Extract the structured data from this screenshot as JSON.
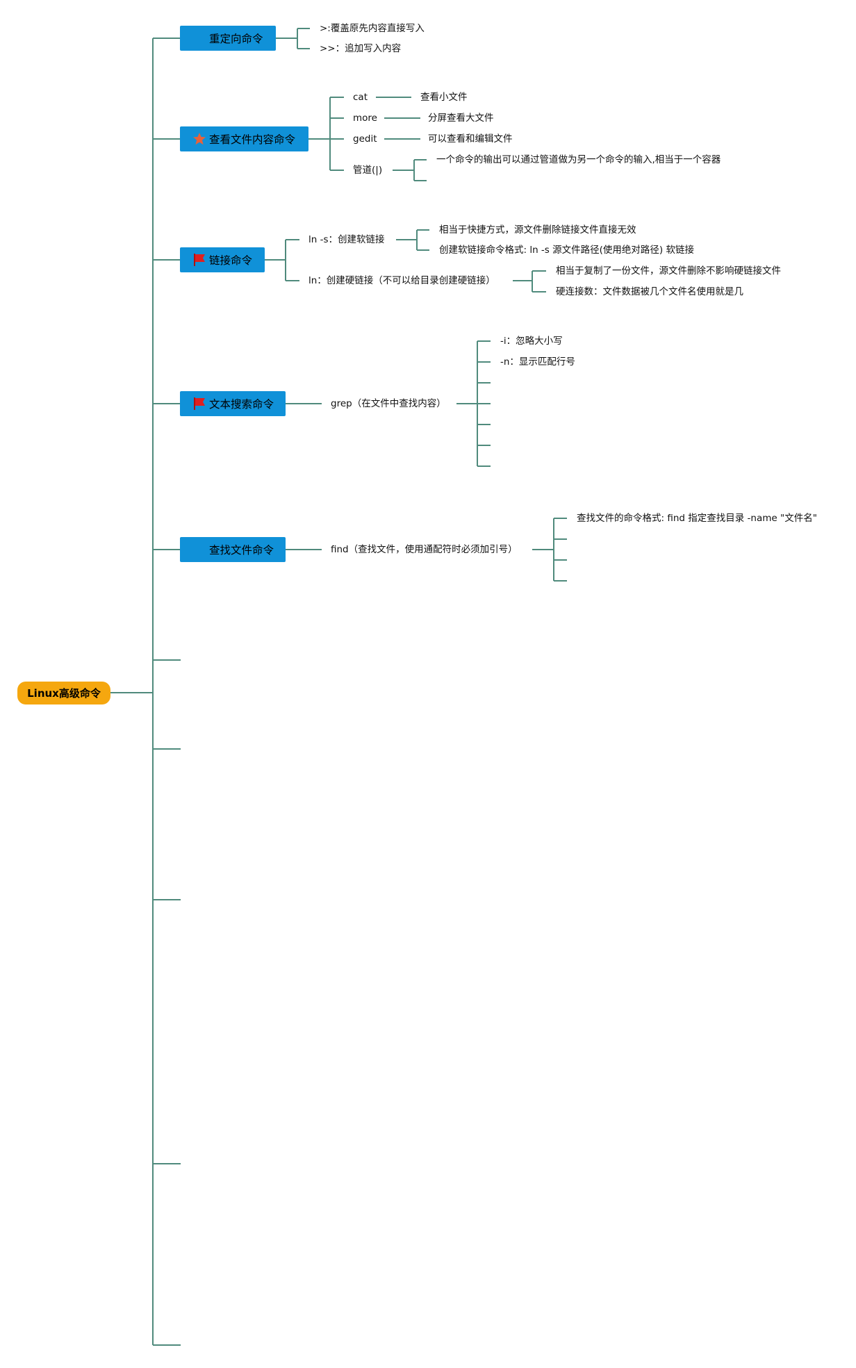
{
  "root": {
    "label": "Linux高级命令"
  },
  "topics": {
    "redirect": {
      "label": "重定向命令",
      "icon": ""
    },
    "view": {
      "label": "查看文件内容命令",
      "icon": "star-icon"
    },
    "link": {
      "label": "链接命令",
      "icon": "flag-icon"
    },
    "search": {
      "label": "文本搜索命令",
      "icon": "flag-icon"
    },
    "find": {
      "label": "查找文件命令",
      "icon": ""
    }
  },
  "redirect": {
    "overwrite": ">:覆盖原先内容直接写入",
    "append": ">>：追加写入内容"
  },
  "view": {
    "cat": {
      "cmd": "cat",
      "desc": "查看小文件"
    },
    "more": {
      "cmd": "more",
      "desc": "分屏查看大文件"
    },
    "gedit": {
      "cmd": "gedit",
      "desc": "可以查看和编辑文件"
    },
    "pipe": {
      "cmd": "管道(|)",
      "desc": "一个命令的输出可以通过管道做为另一个命令的输入,相当于一个容器"
    }
  },
  "link": {
    "soft": {
      "cmd": "ln -s：创建软链接",
      "desc1": "相当于快捷方式，源文件删除链接文件直接无效",
      "desc2": "创建软链接命令格式: ln -s 源文件路径(使用绝对路径) 软链接"
    },
    "hard": {
      "cmd": "ln：创建硬链接（不可以给目录创建硬链接）",
      "desc1": "相当于复制了一份文件，源文件删除不影响硬链接文件",
      "desc2": "硬连接数：文件数据被几个文件名使用就是几"
    }
  },
  "grep": {
    "cmd": "grep（在文件中查找内容）",
    "opt_i": "-i：忽略大小写",
    "opt_n": "-n：显示匹配行号"
  },
  "find": {
    "cmd": "find（查找文件，使用通配符时必须加引号）",
    "format": "查找文件的命令格式: find 指定查找目录 -name \"文件名\""
  },
  "colors": {
    "line": "#4f8a7c",
    "topic": "#1091d8",
    "root": "#f5a70f",
    "star": "#e8623a",
    "flag": "#e02020"
  }
}
